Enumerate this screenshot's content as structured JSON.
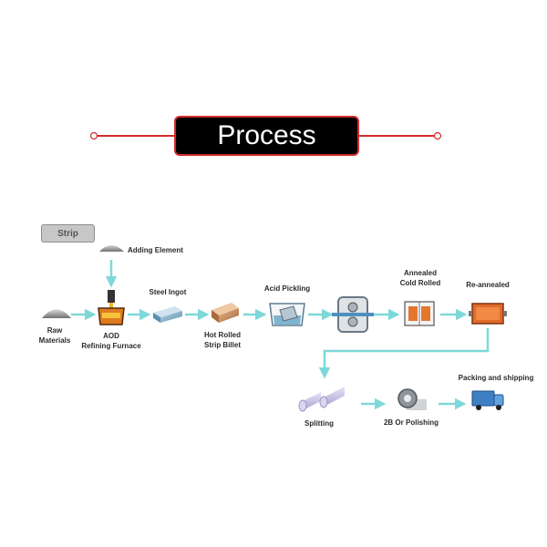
{
  "title": "Process",
  "tag": "Strip",
  "colors": {
    "banner_bg": "#000000",
    "banner_border": "#d42c2c",
    "connector": "#d42c2c",
    "arrow": "#7fd8d8",
    "tag_bg": "#c7c7c7"
  },
  "steps": {
    "adding_element": "Adding Element",
    "raw_materials": "Raw\nMaterials",
    "aod": "AOD\nRefining Furnace",
    "steel_ingot": "Steel Ingot",
    "hot_rolled": "Hot Rolled\nStrip Billet",
    "acid_pickling": "Acid Pickling",
    "annealed_cold_rolled": "Annealed\nCold Rolled",
    "re_annealed": "Re-annealed",
    "splitting": "Splitting",
    "polishing": "2B Or Polishing",
    "packing": "Packing and shipping"
  },
  "icons": {
    "raw_materials": "ore-pile-icon",
    "adding_element": "ore-pile-icon",
    "aod": "furnace-icon",
    "steel_ingot": "ingot-icon",
    "hot_rolled": "billet-icon",
    "acid_pickling": "pickling-tank-icon",
    "cold_rolling": "rolling-mill-icon",
    "annealed_cold_rolled": "annealing-furnace-icon",
    "re_annealed": "re-annealing-furnace-icon",
    "splitting": "coil-split-icon",
    "polishing": "polished-coil-icon",
    "packing": "shipping-truck-icon"
  }
}
